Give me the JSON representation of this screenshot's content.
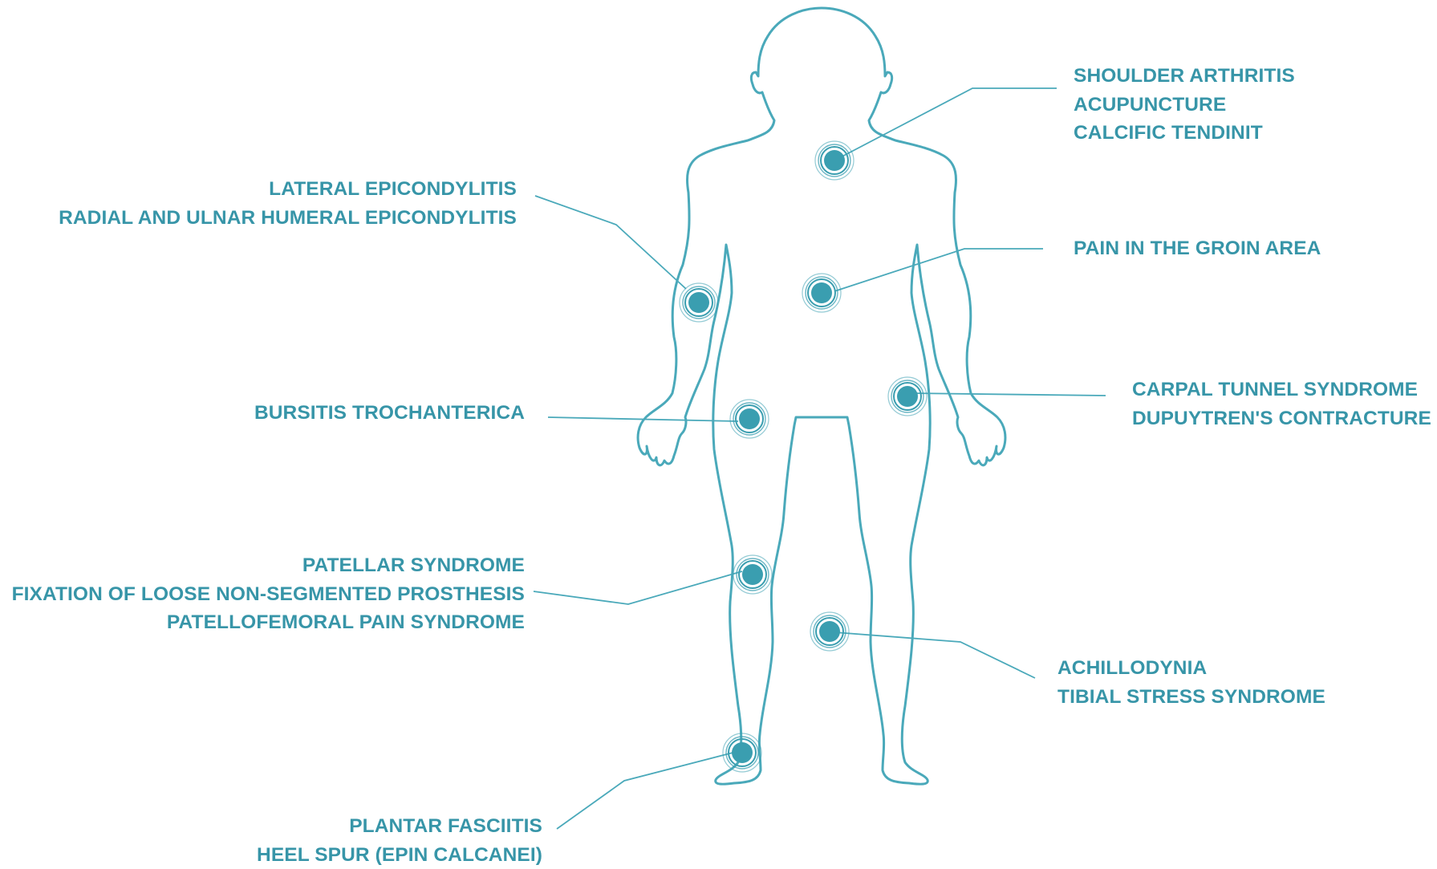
{
  "colors": {
    "outline": "#4aa9ba",
    "dot": "#3a9eb0",
    "text": "#3795a8",
    "background": "#ffffff"
  },
  "labels": {
    "shoulder": [
      "SHOULDER ARTHRITIS",
      "ACUPUNCTURE",
      "CALCIFIC TENDINIT"
    ],
    "elbow": [
      "LATERAL EPICONDYLITIS",
      "RADIAL AND ULNAR HUMERAL EPICONDYLITIS"
    ],
    "groin": [
      "PAIN IN THE GROIN AREA"
    ],
    "wrist": [
      "CARPAL TUNNEL SYNDROME",
      "DUPUYTREN'S CONTRACTURE"
    ],
    "hip": [
      "BURSITIS TROCHANTERICA"
    ],
    "knee": [
      "PATELLAR SYNDROME",
      "FIXATION OF LOOSE NON-SEGMENTED PROSTHESIS",
      "PATELLOFEMORAL PAIN SYNDROME"
    ],
    "shin": [
      "ACHILLODYNIA",
      "TIBIAL STRESS SYNDROME"
    ],
    "heel": [
      "PLANTAR FASCIITIS",
      "HEEL SPUR (EPIN CALCANEI)"
    ]
  }
}
